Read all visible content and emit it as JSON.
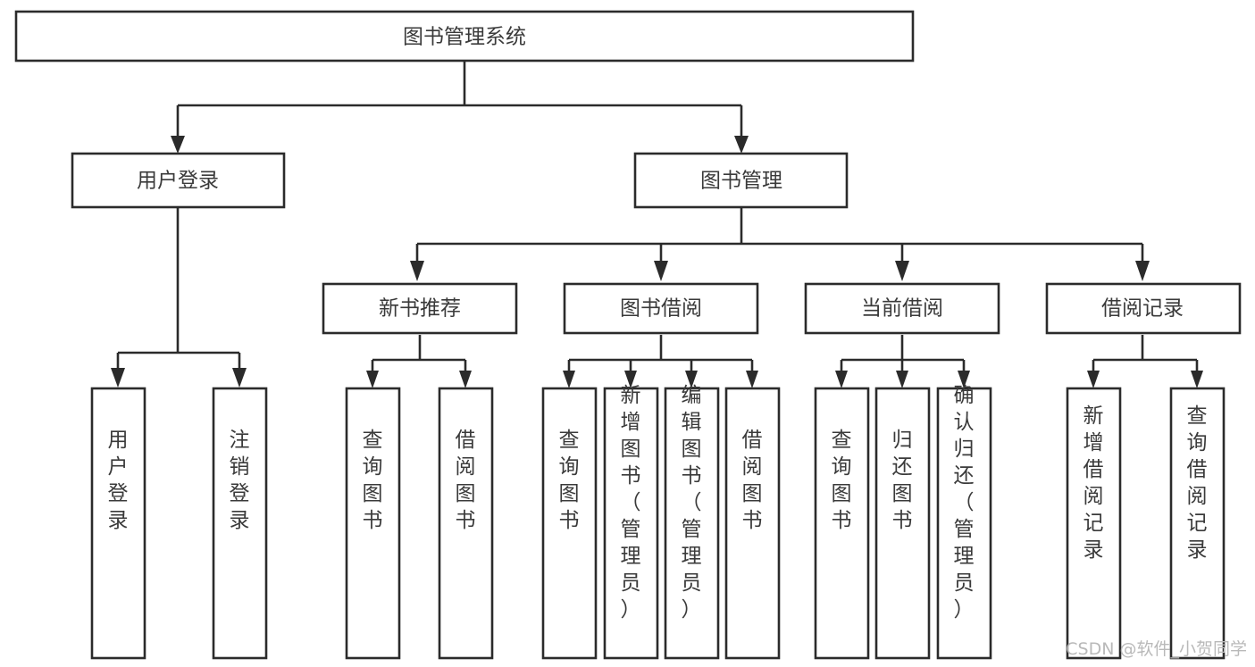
{
  "diagram": {
    "type": "tree-hierarchy-flowchart",
    "title": "图书管理系统",
    "orientation": "top-down",
    "colors": {
      "box_stroke": "#2b2b2b",
      "box_fill": "#ffffff",
      "text": "#3a3a3a",
      "connector": "#2b2b2b",
      "background": "#ffffff",
      "watermark": "#b9b9b9"
    },
    "levels": {
      "root": {
        "label": "图书管理系统"
      },
      "level2": [
        {
          "label": "用户登录"
        },
        {
          "label": "图书管理"
        }
      ],
      "level3": [
        {
          "label": "新书推荐"
        },
        {
          "label": "图书借阅"
        },
        {
          "label": "当前借阅"
        },
        {
          "label": "借阅记录"
        }
      ],
      "leaves": [
        {
          "label": "用户登录",
          "parent": "用户登录"
        },
        {
          "label": "注销登录",
          "parent": "用户登录"
        },
        {
          "label": "查询图书",
          "parent": "新书推荐"
        },
        {
          "label": "借阅图书",
          "parent": "新书推荐"
        },
        {
          "label": "查询图书",
          "parent": "图书借阅"
        },
        {
          "label": "新增图书（管理员）",
          "parent": "图书借阅"
        },
        {
          "label": "编辑图书（管理员）",
          "parent": "图书借阅"
        },
        {
          "label": "借阅图书",
          "parent": "图书借阅"
        },
        {
          "label": "查询图书",
          "parent": "当前借阅"
        },
        {
          "label": "归还图书",
          "parent": "当前借阅"
        },
        {
          "label": "确认归还（管理员）",
          "parent": "当前借阅"
        },
        {
          "label": "新增借阅记录",
          "parent": "借阅记录"
        },
        {
          "label": "查询借阅记录",
          "parent": "借阅记录"
        }
      ]
    },
    "watermark": "CSDN @软件_小贺同学"
  }
}
